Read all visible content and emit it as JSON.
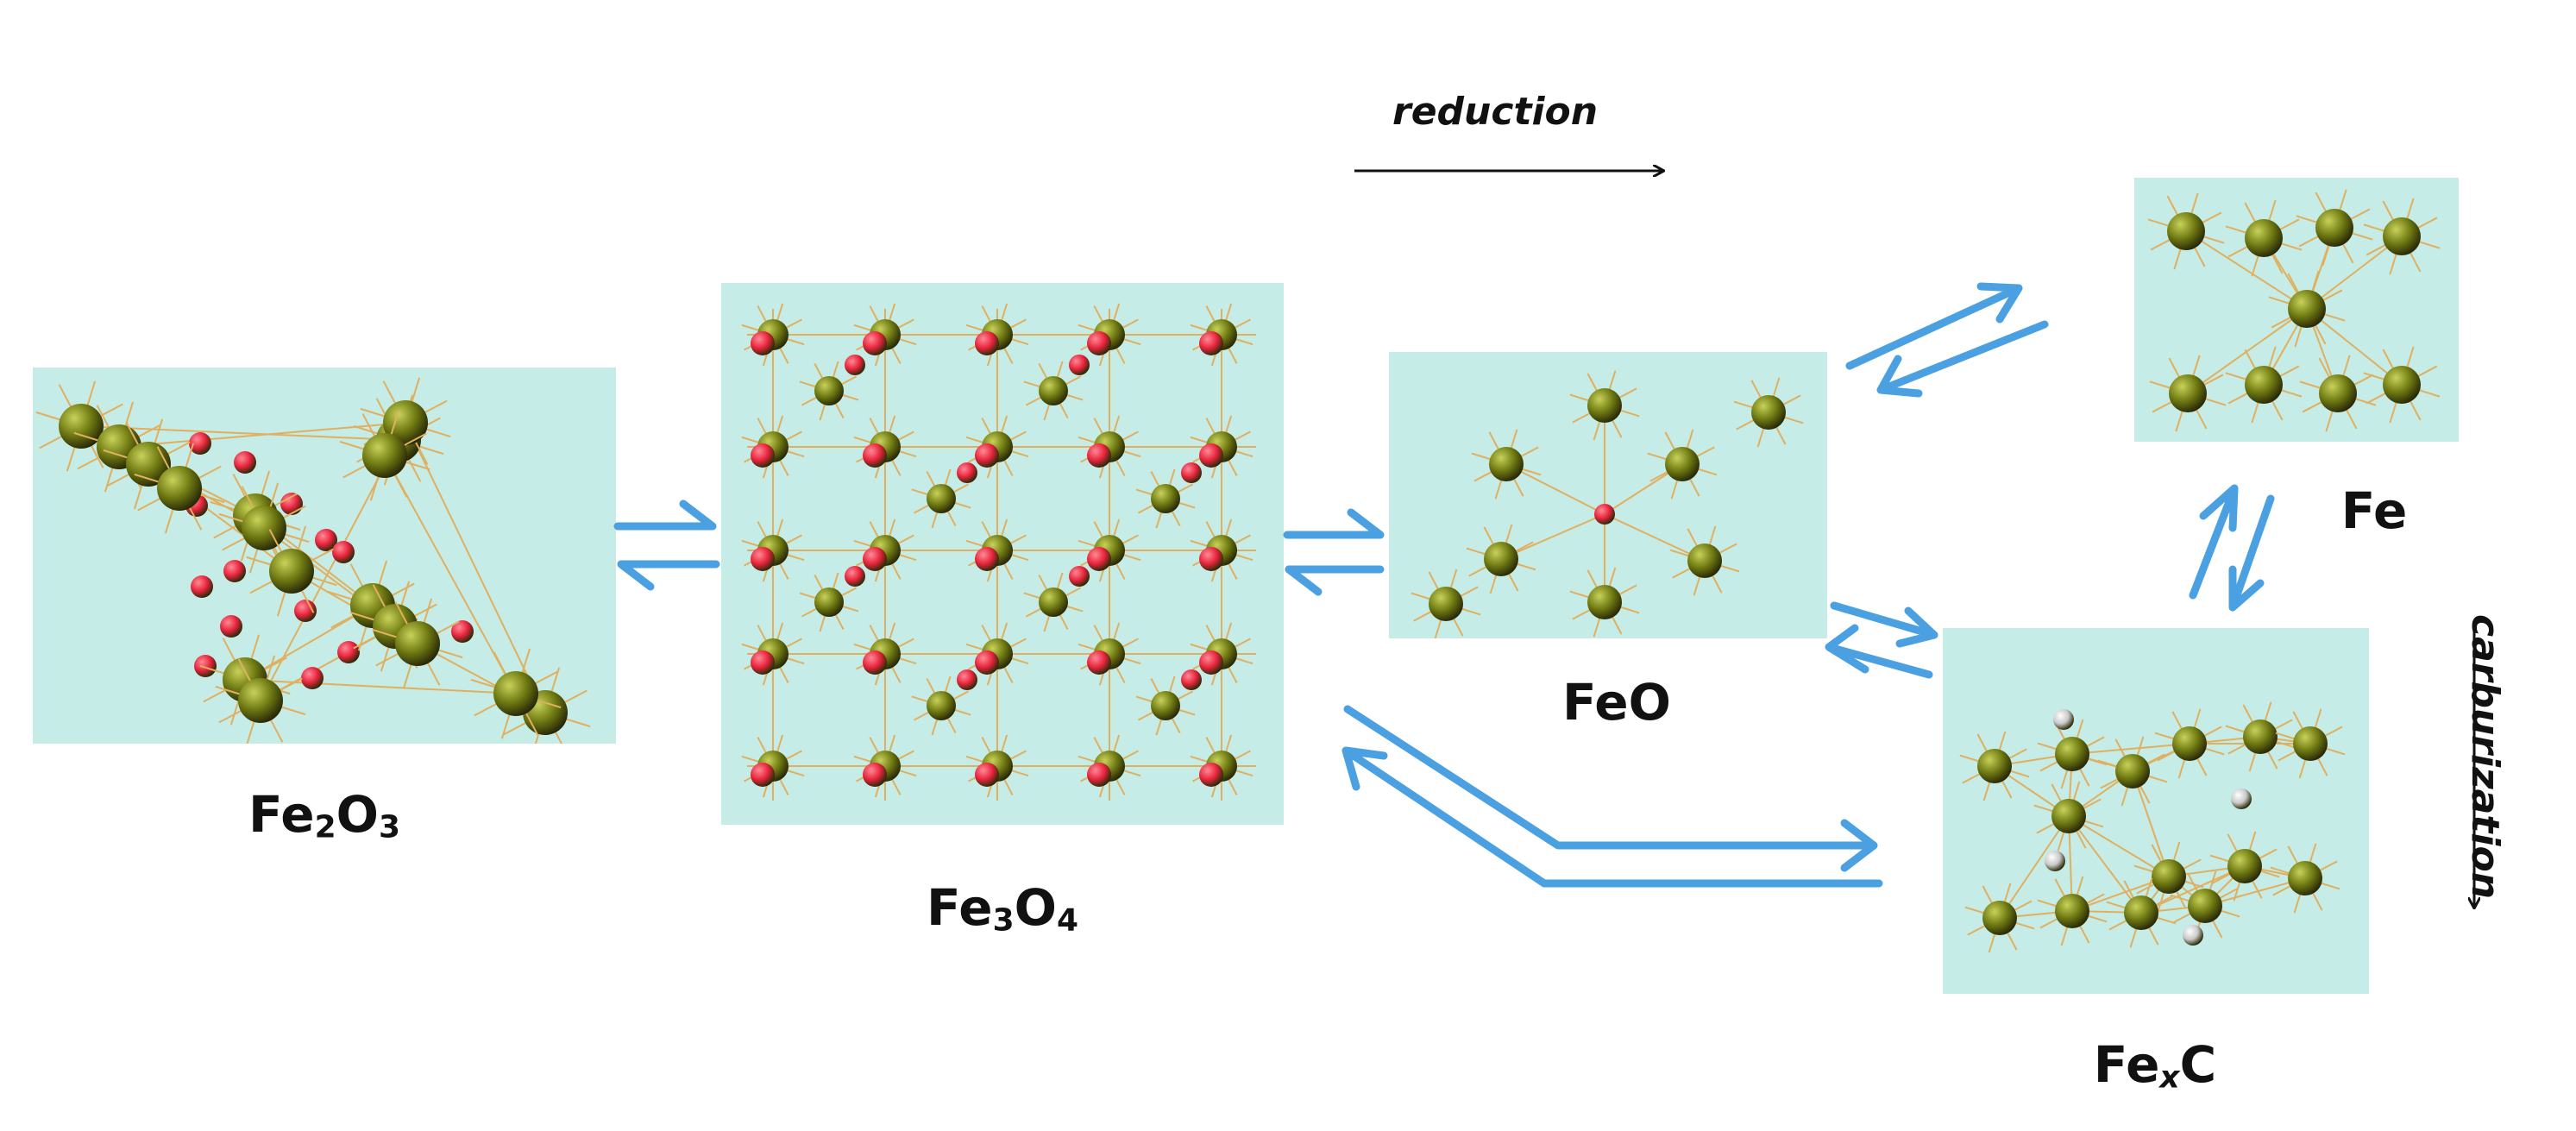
{
  "labels": {
    "fe2o3": {
      "base1": "Fe",
      "sub1": "2",
      "base2": "O",
      "sub2": "3"
    },
    "fe3o4": {
      "base1": "Fe",
      "sub1": "3",
      "base2": "O",
      "sub2": "4"
    },
    "feo": "FeO",
    "fe": "Fe",
    "fexc": {
      "base1": "Fe",
      "sub1": "x",
      "base2": "C"
    }
  },
  "annotations": {
    "reduction": "reduction",
    "carburization": "carburization"
  },
  "colors": {
    "panel_bg": "#c5ece6",
    "iron_atom": "#6f7a12",
    "oxygen_atom": "#e8243c",
    "carbon_atom": "#f2f2f2",
    "bond": "#e0b060",
    "equilibrium_arrow": "#4aa0e0",
    "direction_arrow": "#111111"
  }
}
